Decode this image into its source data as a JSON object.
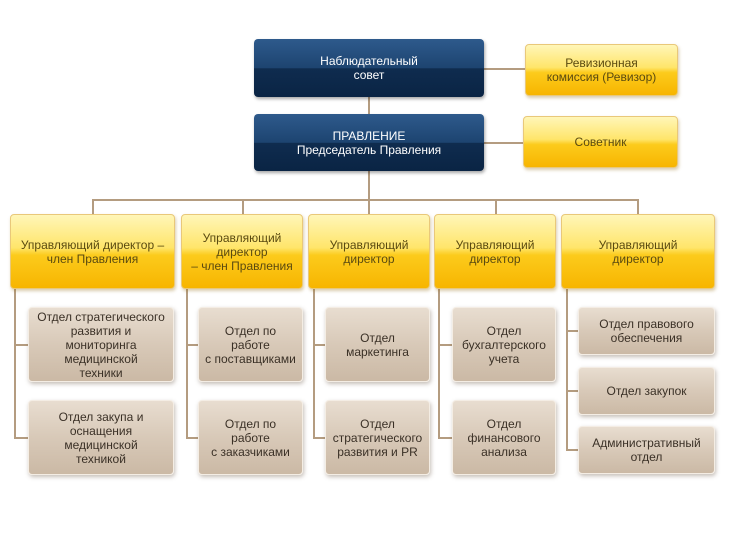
{
  "top": {
    "supervisory_board": "Наблюдательный\nсовет",
    "audit_commission": "Ревизионная\nкомиссия (Ревизор)",
    "board": "ПРАВЛЕНИЕ\nПредседатель Правления",
    "advisor": "Советник"
  },
  "directors": [
    {
      "title": "Управляющий директор –\nчлен Правления",
      "departments": [
        "Отдел стратегического\nразвития и мониторинга\nмедицинской\nтехники",
        "Отдел закупа и\nоснащения\nмедицинской\nтехникой"
      ]
    },
    {
      "title": "Управляющий\nдиректор\n– член Правления",
      "departments": [
        "Отдел по работе\nс поставщиками",
        "Отдел по работе\nс заказчиками"
      ]
    },
    {
      "title": "Управляющий\nдиректор",
      "departments": [
        "Отдел\nмаркетинга",
        "Отдел\nстратегического\nразвития и PR"
      ]
    },
    {
      "title": "Управляющий\nдиректор",
      "departments": [
        "Отдел\nбухгалтерского\nучета",
        "Отдел\nфинансового\nанализа"
      ]
    },
    {
      "title": "Управляющий\nдиректор",
      "departments": [
        "Отдел правового\nобеспечения",
        "Отдел закупок",
        "Административный\nотдел"
      ]
    }
  ],
  "colors": {
    "navy": "#0f2c4f",
    "gold": "#fccb1c",
    "taupe": "#d8c9b8",
    "connector": "#b49c80"
  }
}
